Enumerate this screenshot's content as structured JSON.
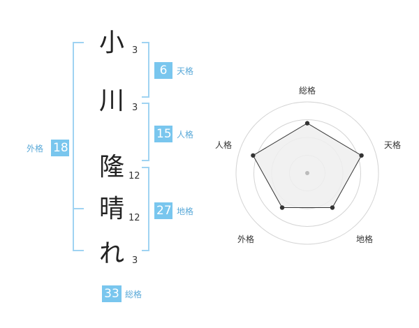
{
  "characters": [
    {
      "char": "小",
      "strokes": "3"
    },
    {
      "char": "川",
      "strokes": "3"
    },
    {
      "char": "隆",
      "strokes": "12"
    },
    {
      "char": "晴",
      "strokes": "12"
    },
    {
      "char": "れ",
      "strokes": "3"
    }
  ],
  "kakusu": {
    "tenkaku": {
      "value": "6",
      "label": "天格"
    },
    "jinkaku": {
      "value": "15",
      "label": "人格"
    },
    "chikaku": {
      "value": "27",
      "label": "地格"
    },
    "gaikaku": {
      "value": "18",
      "label": "外格"
    },
    "soukaku": {
      "value": "33",
      "label": "総格"
    }
  },
  "colors": {
    "accent": "#79c6ee",
    "bracket": "#9fd3f2",
    "radar_fill": "#efefef",
    "radar_line": "#333333"
  },
  "chart_data": {
    "type": "radar",
    "axes": [
      "総格",
      "天格",
      "地格",
      "外格",
      "人格"
    ],
    "values": [
      0.7,
      0.8,
      0.6,
      0.6,
      0.8
    ],
    "range": [
      0,
      1
    ],
    "rings": 4
  }
}
